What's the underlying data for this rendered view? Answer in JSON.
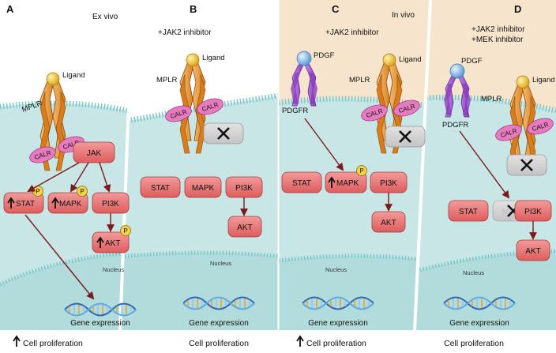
{
  "panels": [
    {
      "letter": "A",
      "treatment": ""
    },
    {
      "letter": "B",
      "treatment": "+JAK2 inhibitor"
    },
    {
      "letter": "C",
      "treatment": "+JAK2 inhibitor"
    },
    {
      "letter": "D",
      "treatment_line1": "+JAK2 inhibitor",
      "treatment_line2": "+MEK inhibitor"
    }
  ],
  "conditions": {
    "ex_vivo": "Ex vivo",
    "in_vivo": "In vivo"
  },
  "labels": {
    "ligand": "Ligand",
    "mplr": "MPLR",
    "calr": "CALR",
    "pdgf": "PDGF",
    "pdgfr": "PDGFR",
    "jak": "JAK",
    "stat": "STAT",
    "mapk": "MAPK",
    "pi3k": "PI3K",
    "akt": "AKT",
    "phospho": "P",
    "nucleus": "Nucleus",
    "gene_expression": "Gene expression"
  },
  "outcomes": {
    "a": "Cell proliferation",
    "b": "Cell proliferation",
    "c": "Cell proliferation",
    "d": "Cell proliferation"
  },
  "colors": {
    "cytoplasm": "#c9e6e6",
    "nucleus": "#b2dcdc",
    "in_vivo_bg": "#f7e4cc",
    "receptor": "#e6922a",
    "calr": "#e77bbf",
    "ligand": "#efc22c",
    "pdgf": "#7fb6e6",
    "pdgfr": "#9a55c9",
    "signal_box": "#e46c6c",
    "inhibited_box": "#cccccc",
    "arrow": "#7a1b1b",
    "membrane": "#78c7cb"
  },
  "icons": [
    "up-arrow-icon",
    "inhibition-x-icon",
    "phospho-badge-icon",
    "dna-icon"
  ]
}
